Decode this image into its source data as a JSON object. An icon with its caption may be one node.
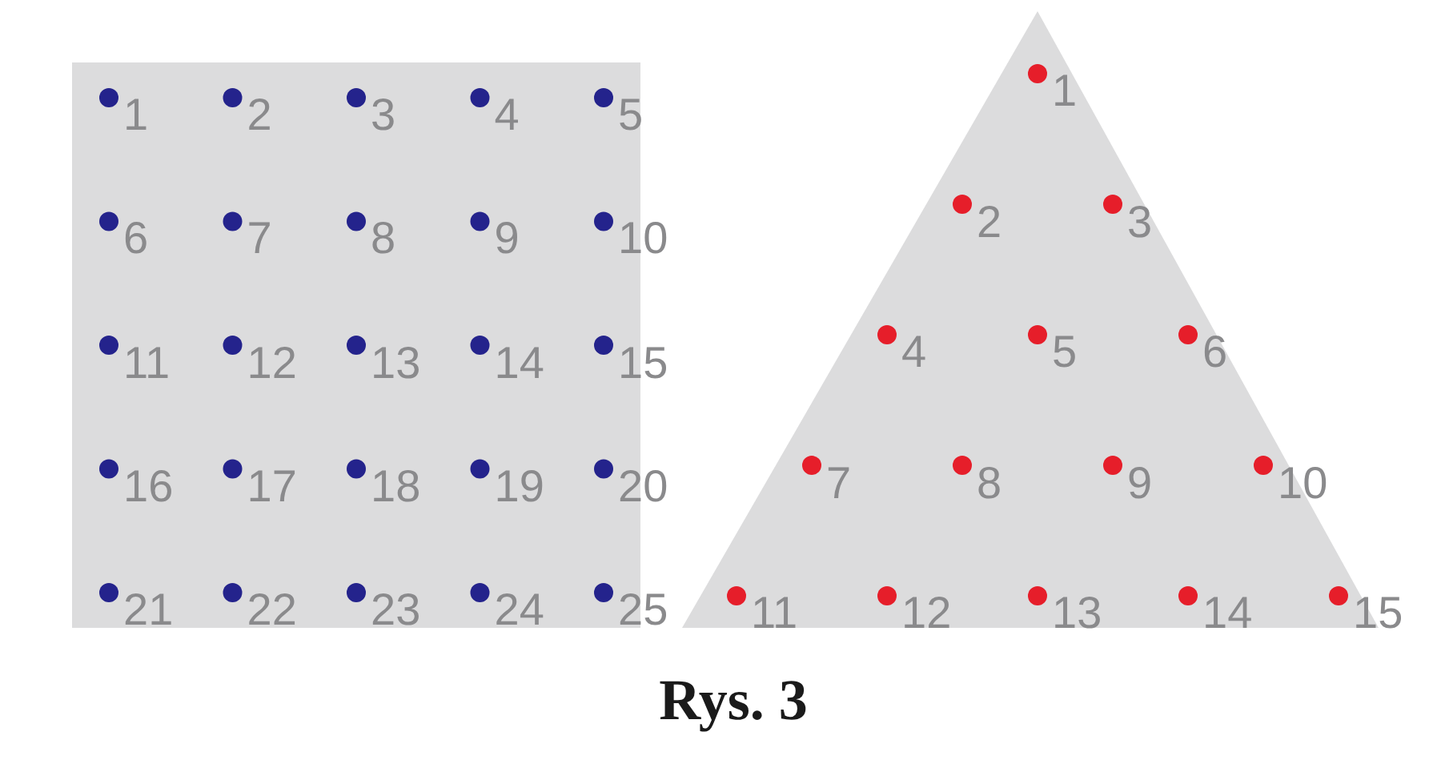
{
  "diagram": {
    "caption": "Rys. 3",
    "labels": [
      "1",
      "2",
      "3",
      "4",
      "5",
      "6",
      "7",
      "8",
      "9",
      "10",
      "11",
      "12",
      "13",
      "14",
      "15",
      "16",
      "17",
      "18",
      "19",
      "20",
      "21",
      "22",
      "23",
      "24",
      "25",
      "1",
      "2",
      "3",
      "4",
      "5",
      "6",
      "7",
      "8",
      "9",
      "10",
      "11",
      "12",
      "13",
      "14",
      "15"
    ]
  }
}
